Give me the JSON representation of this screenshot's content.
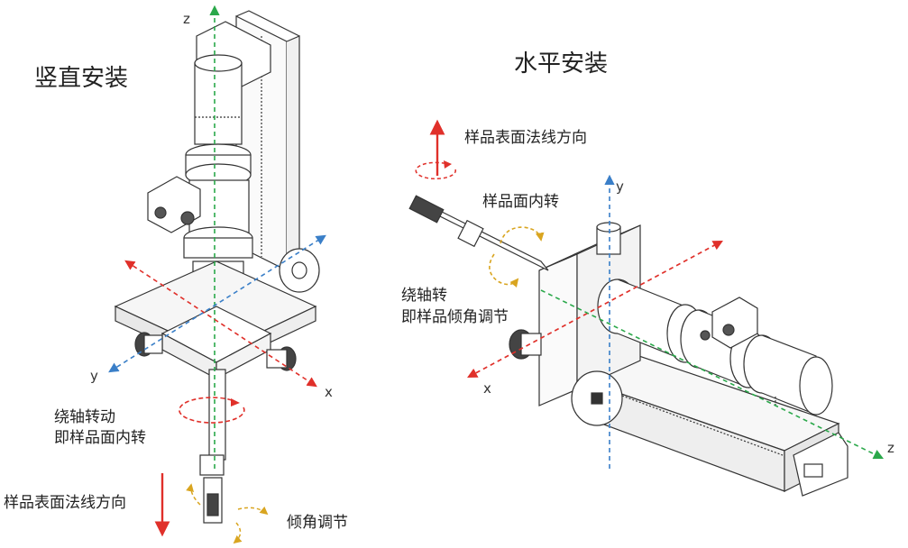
{
  "left": {
    "title": "竖直安装",
    "axes": {
      "z": "z",
      "x": "x",
      "y": "y"
    },
    "rotation_label_line1": "绕轴转动",
    "rotation_label_line2": "即样品面内转",
    "normal_label": "样品表面法线方向",
    "tilt_label": "倾角调节"
  },
  "right": {
    "title": "水平安装",
    "normal_label": "样品表面法线方向",
    "inplane_label": "样品面内转",
    "axis_rotation_line1": "绕轴转",
    "axis_rotation_line2": "即样品倾角调节",
    "axes": {
      "y": "y",
      "x": "x",
      "z": "z"
    }
  },
  "colors": {
    "x_axis": "#e0302a",
    "y_axis": "#3a7fc8",
    "z_axis": "#2aa84a",
    "normal_arrow": "#e0302a",
    "tilt_arrow": "#d9a520",
    "line": "#333333"
  }
}
